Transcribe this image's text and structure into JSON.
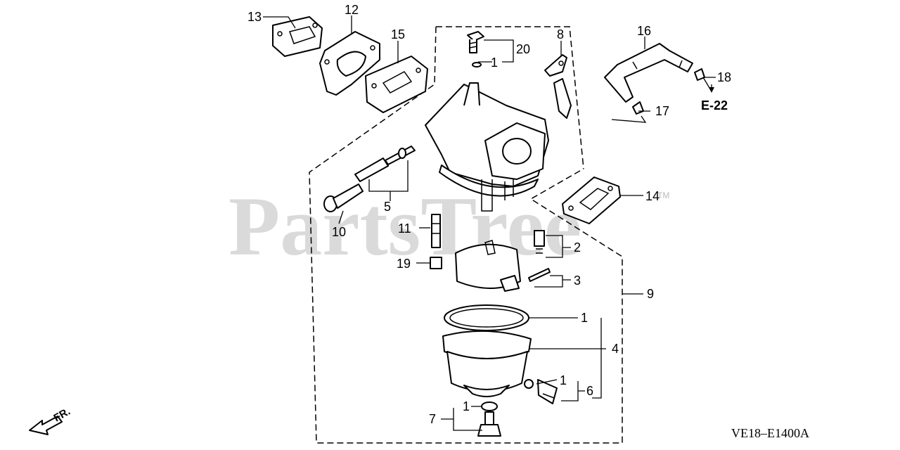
{
  "watermark": {
    "text": "PartsTree",
    "tm": "TM"
  },
  "reference": {
    "label": "E-22"
  },
  "diagram_code": "VE18–E1400A",
  "direction": {
    "label": "FR."
  },
  "callouts": {
    "c1a": "1",
    "c1b": "1",
    "c1c": "1",
    "c1d": "1",
    "c2": "2",
    "c3": "3",
    "c4": "4",
    "c5": "5",
    "c6": "6",
    "c7": "7",
    "c8": "8",
    "c9": "9",
    "c10": "10",
    "c11": "11",
    "c12": "12",
    "c13": "13",
    "c14": "14",
    "c15": "15",
    "c16": "16",
    "c17": "17",
    "c18": "18",
    "c19": "19",
    "c20": "20"
  }
}
